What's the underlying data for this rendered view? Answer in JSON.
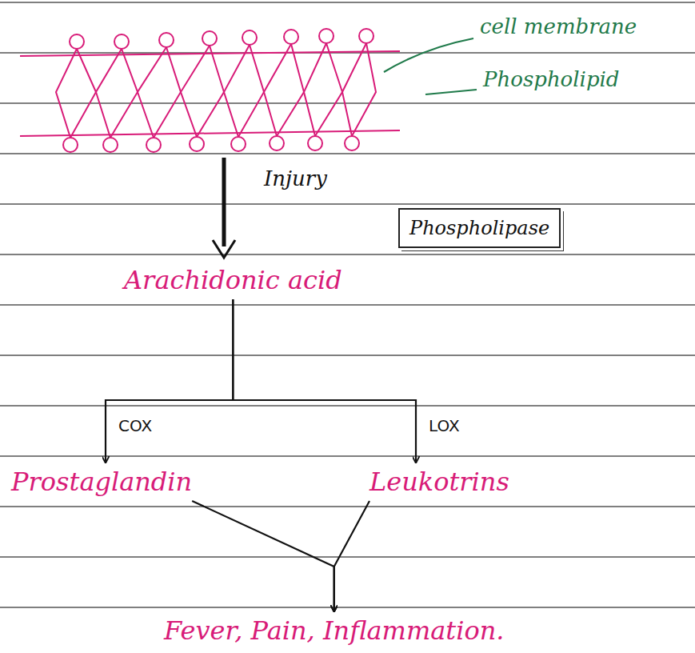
{
  "diagram": {
    "nodes": [
      {
        "text": [
          "Phospholipase"
        ]
      },
      {
        "text": [
          "Arachidonic acid"
        ]
      },
      {
        "text": [
          "Prostaglandin"
        ]
      },
      {
        "text": [
          "Leukotrins"
        ]
      },
      {
        "text": [
          "Fever, Pain, Inflammation."
        ]
      }
    ],
    "edges": [
      {
        "from": 1,
        "to": 2,
        "label": "COX",
        "arrow": "to"
      },
      {
        "from": 1,
        "to": 3,
        "label": "LOX",
        "arrow": "to"
      },
      {
        "from": 2,
        "to": 4,
        "arrow": "to"
      },
      {
        "from": 3,
        "to": 4,
        "arrow": "to"
      }
    ],
    "labels": [
      "cell membrane",
      "Phospholipid",
      "Injury"
    ]
  }
}
